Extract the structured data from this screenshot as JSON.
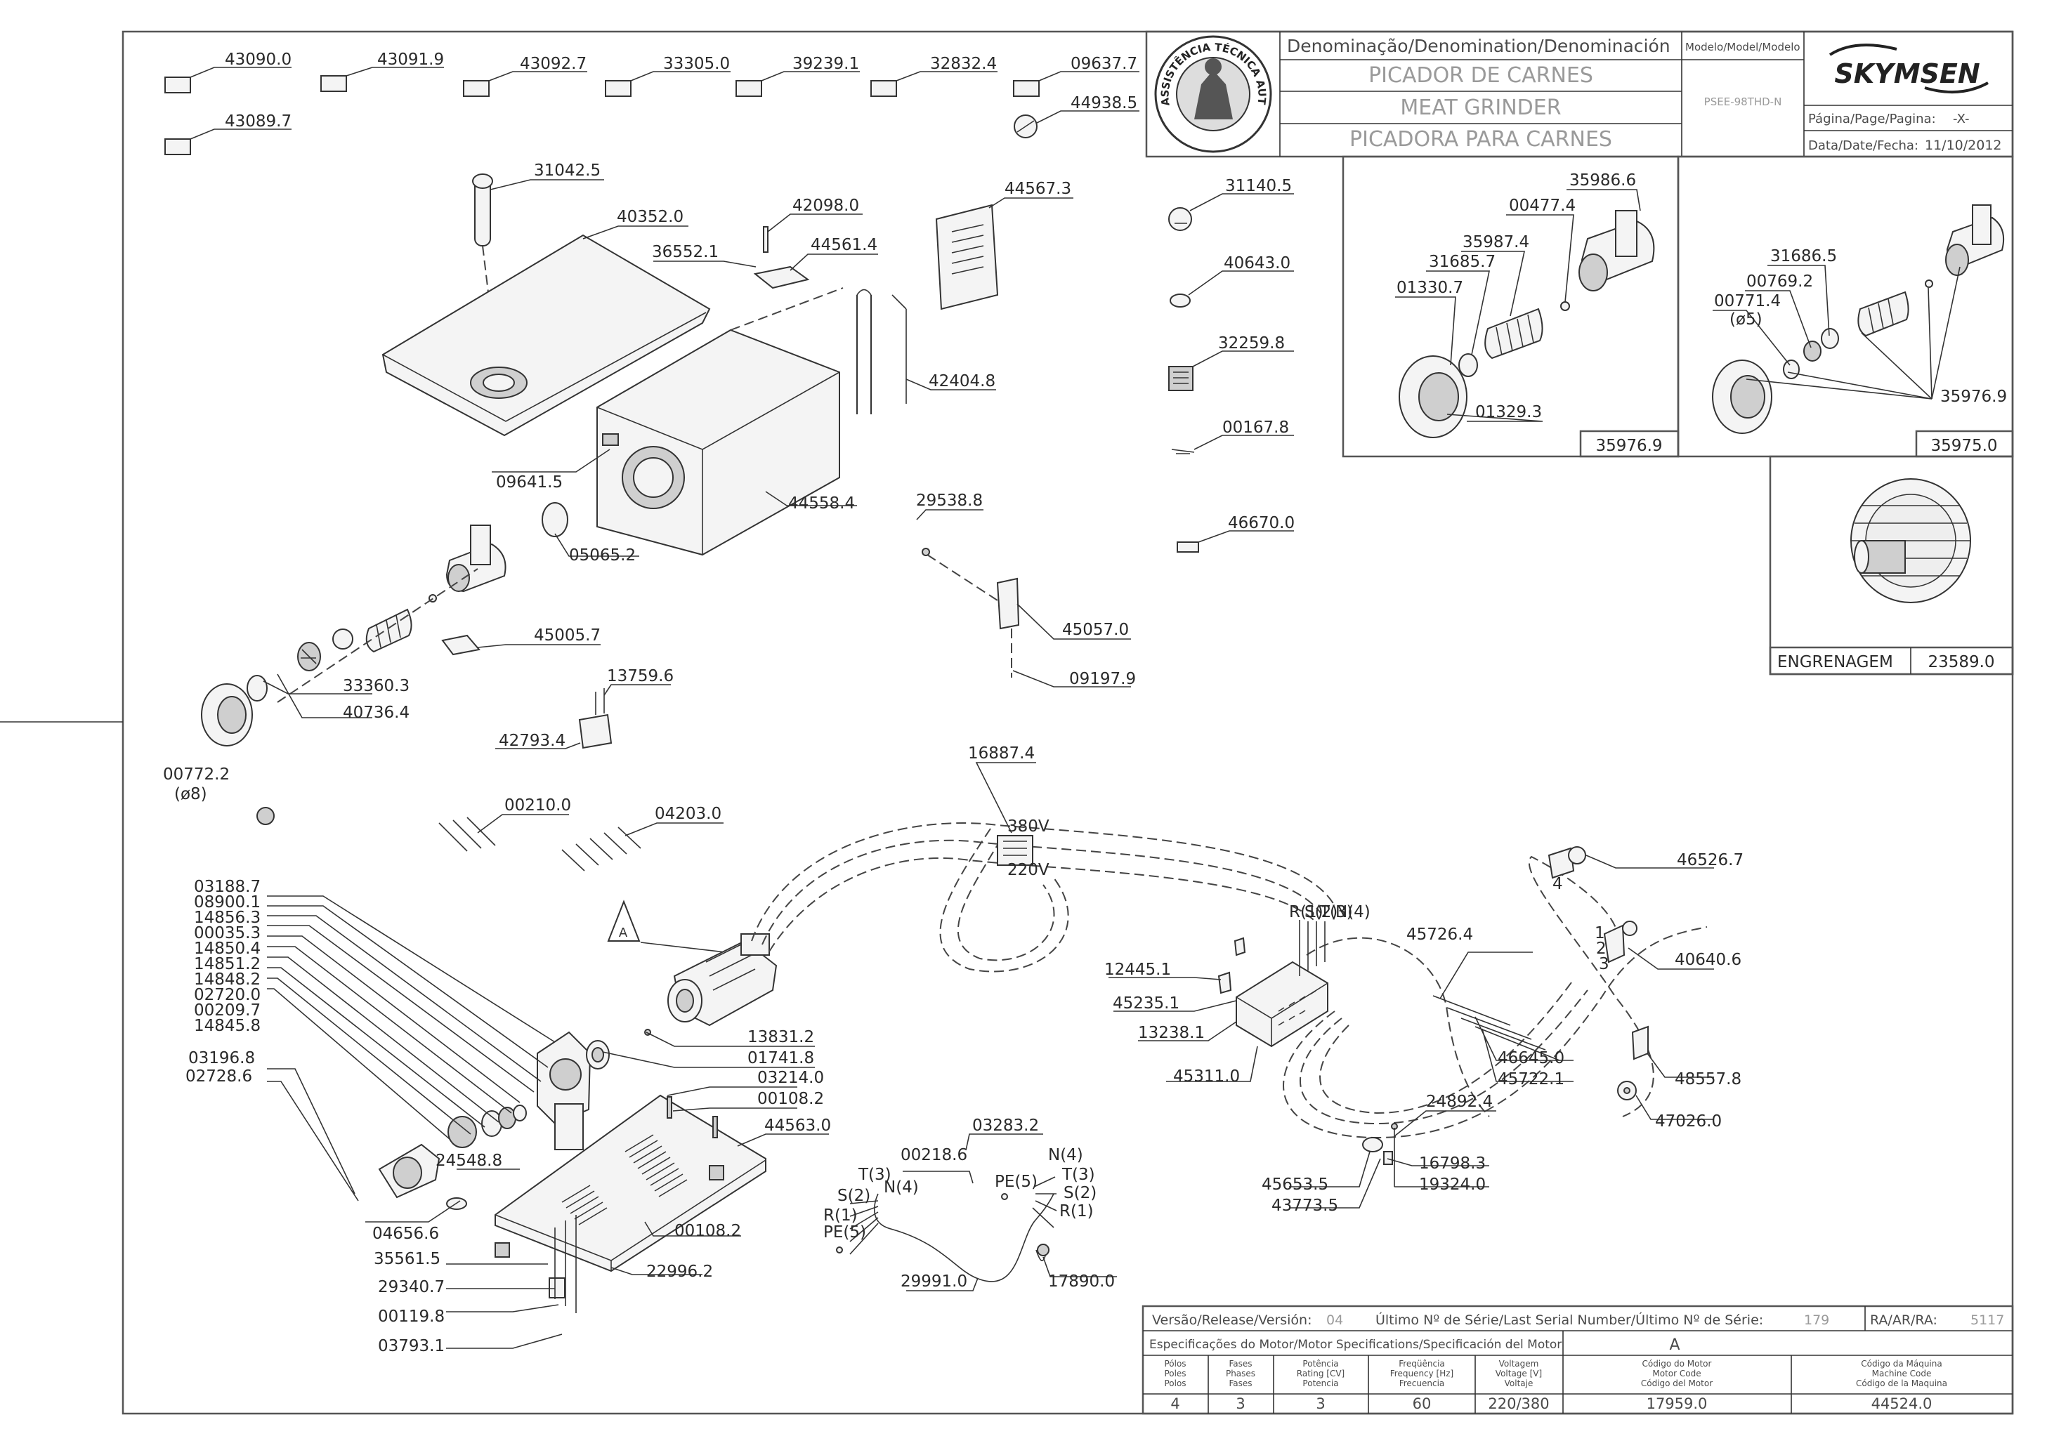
{
  "title_block": {
    "header": "Denominação/Denomination/Denominación",
    "model_header": "Modelo/Model/Modelo",
    "name_pt": "PICADOR DE CARNES",
    "name_en": "MEAT GRINDER",
    "name_es": "PICADORA PARA CARNES",
    "model_value": "PSEE-98THD-N",
    "brand": "SKYMSEN",
    "seal_text": "ASSISTÊNCIA TÉCNICA AUTORIZADA",
    "page_label": "Página/Page/Pagina:",
    "page_value": "-X-",
    "date_label": "Data/Date/Fecha:",
    "date_value": "11/10/2012"
  },
  "parts": {
    "p43090": "43090.0",
    "p43091": "43091.9",
    "p43092": "43092.7",
    "p33305": "33305.0",
    "p39239": "39239.1",
    "p32832": "32832.4",
    "p09637": "09637.7",
    "p44938": "44938.5",
    "p43089": "43089.7",
    "p31042": "31042.5",
    "p40352": "40352.0",
    "p42098": "42098.0",
    "p36552": "36552.1",
    "p44561": "44561.4",
    "p44567": "44567.3",
    "p42404": "42404.8",
    "p09641": "09641.5",
    "p05065": "05065.2",
    "p44558": "44558.4",
    "p29538": "29538.8",
    "p45057": "45057.0",
    "p09197": "09197.9",
    "p45005": "45005.7",
    "p33360": "33360.3",
    "p40736": "40736.4",
    "p13759": "13759.6",
    "p42793": "42793.4",
    "p00772": "00772.2",
    "p00772_note": "(ø8)",
    "p00210": "00210.0",
    "p04203": "04203.0",
    "p16887": "16887.4",
    "p31140": "31140.5",
    "p40643": "40643.0",
    "p32259": "32259.8",
    "p00167": "00167.8",
    "p46670": "46670.0",
    "p03188": "03188.7",
    "p08900": "08900.1",
    "p14856": "14856.3",
    "p00035": "00035.3",
    "p14850": "14850.4",
    "p14851": "14851.2",
    "p14848": "14848.2",
    "p02720": "02720.0",
    "p00209": "00209.7",
    "p14845": "14845.8",
    "p03196": "03196.8",
    "p02728": "02728.6",
    "p13831": "13831.2",
    "p01741": "01741.8",
    "p03214": "03214.0",
    "p00108a": "00108.2",
    "p44563": "44563.0",
    "p24548": "24548.8",
    "p04656": "04656.6",
    "p35561": "35561.5",
    "p29340": "29340.7",
    "p00119": "00119.8",
    "p03793": "03793.1",
    "p00108b": "00108.2",
    "p22996": "22996.2",
    "p00218": "00218.6",
    "p03283": "03283.2",
    "p29991": "29991.0",
    "p17890": "17890.0",
    "p12445": "12445.1",
    "p45235": "45235.1",
    "p13238": "13238.1",
    "p45311": "45311.0",
    "p45726": "45726.4",
    "p46526": "46526.7",
    "p40640": "40640.6",
    "p46645": "46645.0",
    "p45722": "45722.1",
    "p48557": "48557.8",
    "p47026": "47026.0",
    "p24892": "24892.4",
    "p16798": "16798.3",
    "p19324": "19324.0",
    "p45653": "45653.5",
    "p43773": "43773.5"
  },
  "detail_a": {
    "p35986": "35986.6",
    "p00477": "00477.4",
    "p35987": "35987.4",
    "p31685": "31685.7",
    "p01330": "01330.7",
    "p01329": "01329.3",
    "box_label": "35976.9"
  },
  "detail_b": {
    "p31686": "31686.5",
    "p00769": "00769.2",
    "p00771": "00771.4",
    "p00771_note": "(ø5)",
    "p35976": "35976.9",
    "box_label": "35975.0"
  },
  "gear": {
    "label": "ENGRENAGEM",
    "code": "23589.0"
  },
  "wiring": {
    "v380": "380V",
    "v220": "220V",
    "R": "R(1)",
    "S": "S(2)",
    "T": "T(3)",
    "N": "N(4)",
    "PE": "PE(5)",
    "term_a": "1",
    "term_b": "2",
    "term_c": "3",
    "term_d": "4"
  },
  "section_marker": "A",
  "spec": {
    "version_label": "Versão/Release/Versión:",
    "version_value": "04",
    "serial_label": "Último Nº de Série/Last Serial Number/Último Nº de Série:",
    "serial_value": "179",
    "ra_label": "RA/AR/RA:",
    "ra_value": "5117",
    "motor_spec_label": "Especificações do Motor/Motor Specifications/Specificación del Motor",
    "motor_spec_value": "A",
    "headers": [
      [
        "Pólos",
        "Poles",
        "Polos"
      ],
      [
        "Fases",
        "Phases",
        "Fases"
      ],
      [
        "Potência",
        "Rating [CV]",
        "Potencia"
      ],
      [
        "Freqüência",
        "Frequency [Hz]",
        "Frecuencia"
      ],
      [
        "Voltagem",
        "Voltage [V]",
        "Voltaje"
      ],
      [
        "Código do Motor",
        "Motor Code",
        "Código del Motor"
      ],
      [
        "Código da Máquina",
        "Machine Code",
        "Código de la Maquina"
      ]
    ],
    "values": [
      "4",
      "3",
      "3",
      "60",
      "220/380",
      "17959.0",
      "44524.0"
    ]
  }
}
